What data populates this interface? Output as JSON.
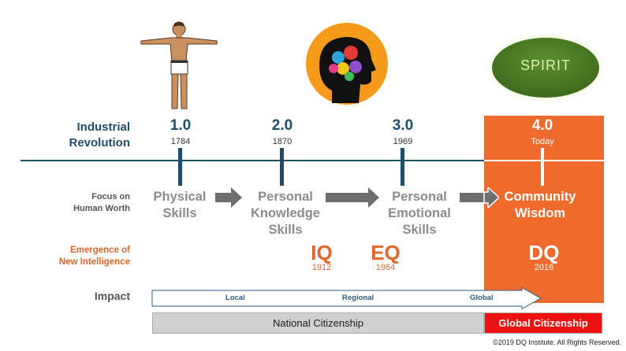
{
  "row_labels": {
    "industrial_line1": "Industrial",
    "industrial_line2": "Revolution",
    "focus_line1": "Focus on",
    "focus_line2": "Human Worth",
    "emergence_line1": "Emergence of",
    "emergence_line2": "New Intelligence",
    "impact": "Impact"
  },
  "revolutions": [
    {
      "version": "1.0",
      "year": "1784"
    },
    {
      "version": "2.0",
      "year": "1870"
    },
    {
      "version": "3.0",
      "year": "1969"
    },
    {
      "version": "4.0",
      "year": "Today"
    }
  ],
  "skills": [
    {
      "line1": "Physical",
      "line2": "Skills",
      "line3": ""
    },
    {
      "line1": "Personal",
      "line2": "Knowledge",
      "line3": "Skills"
    },
    {
      "line1": "Personal",
      "line2": "Emotional",
      "line3": "Skills"
    },
    {
      "line1": "Community",
      "line2": "Wisdom",
      "line3": ""
    }
  ],
  "intelligence": [
    {
      "label": "IQ",
      "year": "1912"
    },
    {
      "label": "EQ",
      "year": "1964"
    },
    {
      "label": "DQ",
      "year": "2016"
    }
  ],
  "impact_levels": [
    "Local",
    "Regional",
    "Global"
  ],
  "spirit": "SPIRIT",
  "citizenship": {
    "national": "National Citizenship",
    "global": "Global Citizenship"
  },
  "copyright": "©2019 DQ Institute. All Rights Reserved.",
  "colors": {
    "navy": "#1f4e6b",
    "orange": "#ee6a2d",
    "grey": "#8c8c8c",
    "red": "#ee1111",
    "green": "#4a7a25"
  },
  "icons": [
    "human-figure-icon",
    "brain-head-icon",
    "spirit-glow-icon"
  ]
}
